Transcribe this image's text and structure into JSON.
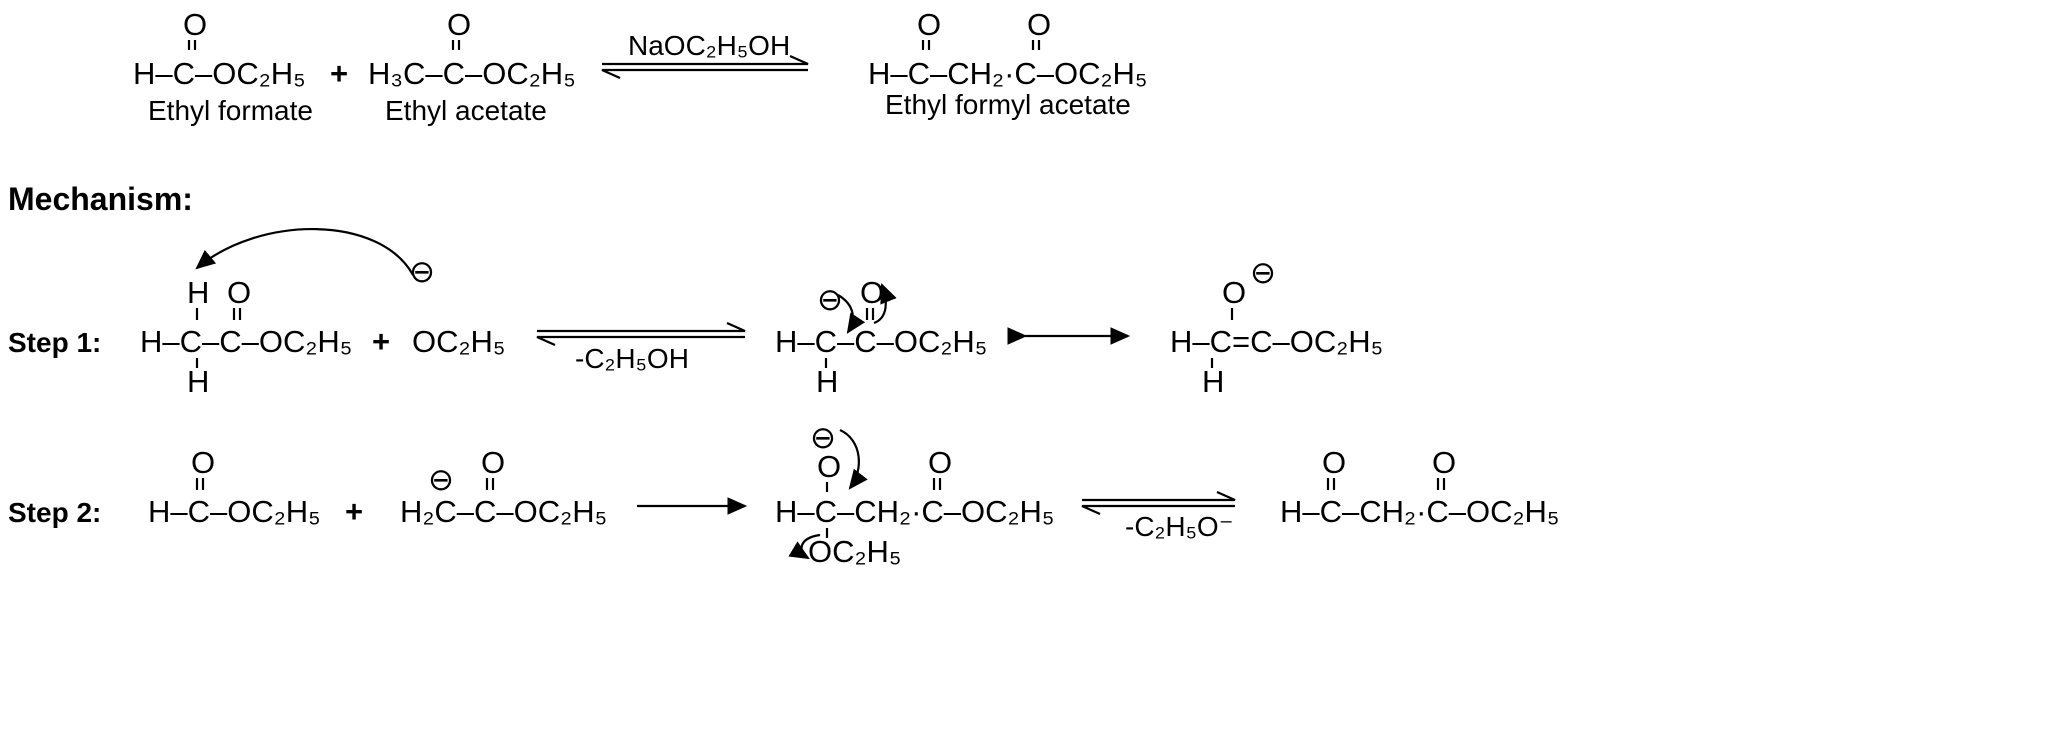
{
  "overall_reaction": {
    "reactant1": {
      "formula": "H–C–OC₂H₅",
      "carbonyl_o": "O",
      "name": "Ethyl formate"
    },
    "plus": "+",
    "reactant2": {
      "formula": "H₃C–C–OC₂H₅",
      "carbonyl_o": "O",
      "name": "Ethyl acetate"
    },
    "reagent": "NaOC₂H₅OH",
    "product": {
      "formula": "H–C–CH₂·C–OC₂H₅",
      "carbonyl_o1": "O",
      "carbonyl_o2": "O",
      "name": "Ethyl formyl acetate"
    }
  },
  "mechanism_heading": "Mechanism:",
  "step1": {
    "label": "Step 1:",
    "reactant": {
      "formula": "H–C–C–OC₂H₅",
      "top_h": "H",
      "carbonyl_o": "O",
      "bottom_h": "H"
    },
    "plus": "+",
    "base": {
      "formula": "OC₂H₅",
      "charge": "⊖"
    },
    "byproduct": "-C₂H₅OH",
    "carbanion": {
      "formula": "H–C–C–OC₂H₅",
      "charge": "⊖",
      "carbonyl_o": "O",
      "bottom_h": "H"
    },
    "enolate": {
      "formula": "H–C=C–OC₂H₅",
      "o": "O",
      "charge": "⊖",
      "bottom_h": "H"
    }
  },
  "step2": {
    "label": "Step 2:",
    "reactant1": {
      "formula": "H–C–OC₂H₅",
      "carbonyl_o": "O"
    },
    "plus": "+",
    "reactant2": {
      "formula": "H₂C–C–OC₂H₅",
      "charge": "⊖",
      "carbonyl_o": "O"
    },
    "intermediate": {
      "formula": "H–C–CH₂·C–OC₂H₅",
      "o_minus": "O",
      "charge": "⊖",
      "carbonyl_o": "O",
      "leaving_group": "OC₂H₅"
    },
    "byproduct": "-C₂H₅O⁻",
    "product": {
      "formula": "H–C–CH₂·C–OC₂H₅",
      "carbonyl_o1": "O",
      "carbonyl_o2": "O"
    }
  }
}
